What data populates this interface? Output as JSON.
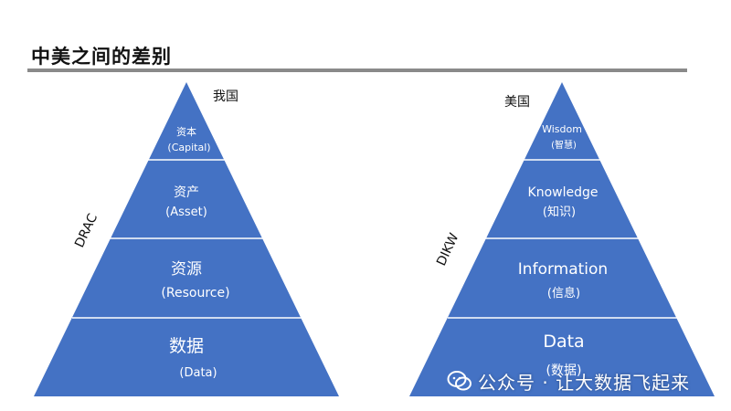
{
  "title": "中美之间的差别",
  "left": {
    "country": "我国",
    "model": "DRAC",
    "tiers": [
      {
        "name": "资本",
        "en": "(Capital)"
      },
      {
        "name": "资产",
        "en": "(Asset)"
      },
      {
        "name": "资源",
        "en": "(Resource)"
      },
      {
        "name": "数据",
        "en": "(Data)"
      }
    ]
  },
  "right": {
    "country": "美国",
    "model": "DIKW",
    "tiers": [
      {
        "name": "Wisdom",
        "cn": "(智慧)"
      },
      {
        "name": "Knowledge",
        "cn": "(知识)"
      },
      {
        "name": "Information",
        "cn": "(信息)"
      },
      {
        "name": "Data",
        "cn": "(数据)"
      }
    ]
  },
  "watermark": "公众号 · 让大数据飞起来",
  "colors": {
    "pyramid_fill": "#4472c4",
    "tier_divider": "#ffffff",
    "title_rule": "#8a8a8a"
  }
}
